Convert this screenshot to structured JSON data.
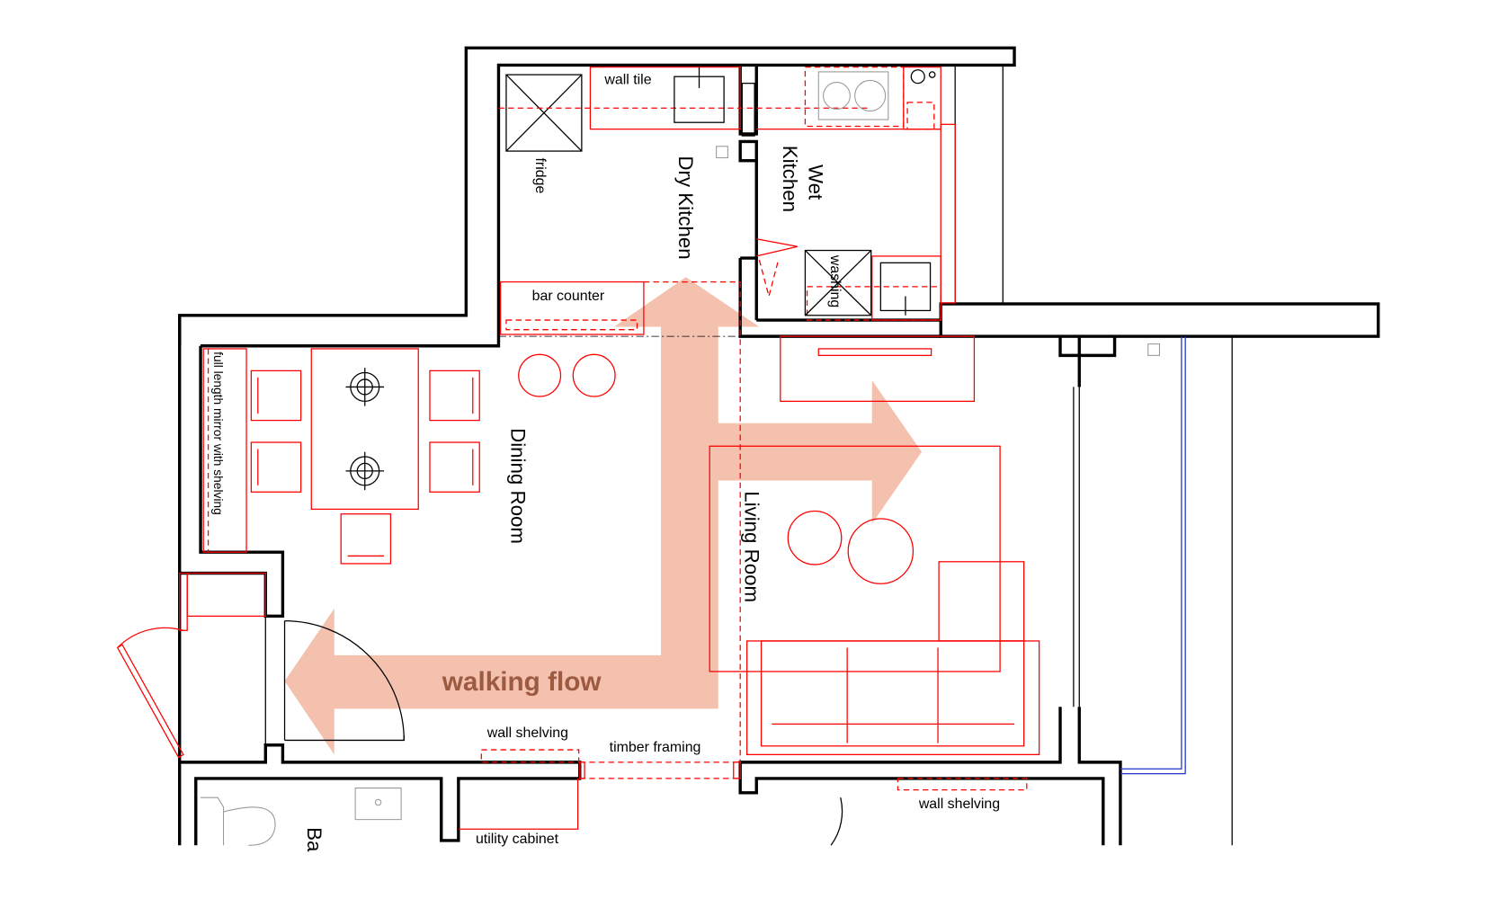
{
  "labels": {
    "wall_tile": "wall tile",
    "fridge": "fridge",
    "dry_kitchen": "Dry Kitchen",
    "wet_kitchen_line1": "Wet",
    "wet_kitchen_line2": "Kitchen",
    "washing": "washing",
    "bar_counter": "bar counter",
    "mirror": "full length mirror with shelving",
    "dining_room": "Dining Room",
    "living_room": "Living Room",
    "walking_flow": "walking flow",
    "wall_shelving_left": "wall shelving",
    "timber_framing": "timber framing",
    "wall_shelving_right": "wall shelving",
    "utility_cabinet": "utility cabinet",
    "bathroom_partial": "Ba"
  },
  "colors": {
    "walls": "#000000",
    "furniture": "#ff0000",
    "flow_arrow": "#eea78c",
    "flow_text": "#9c5a41",
    "window_blue": "#2233cc"
  }
}
